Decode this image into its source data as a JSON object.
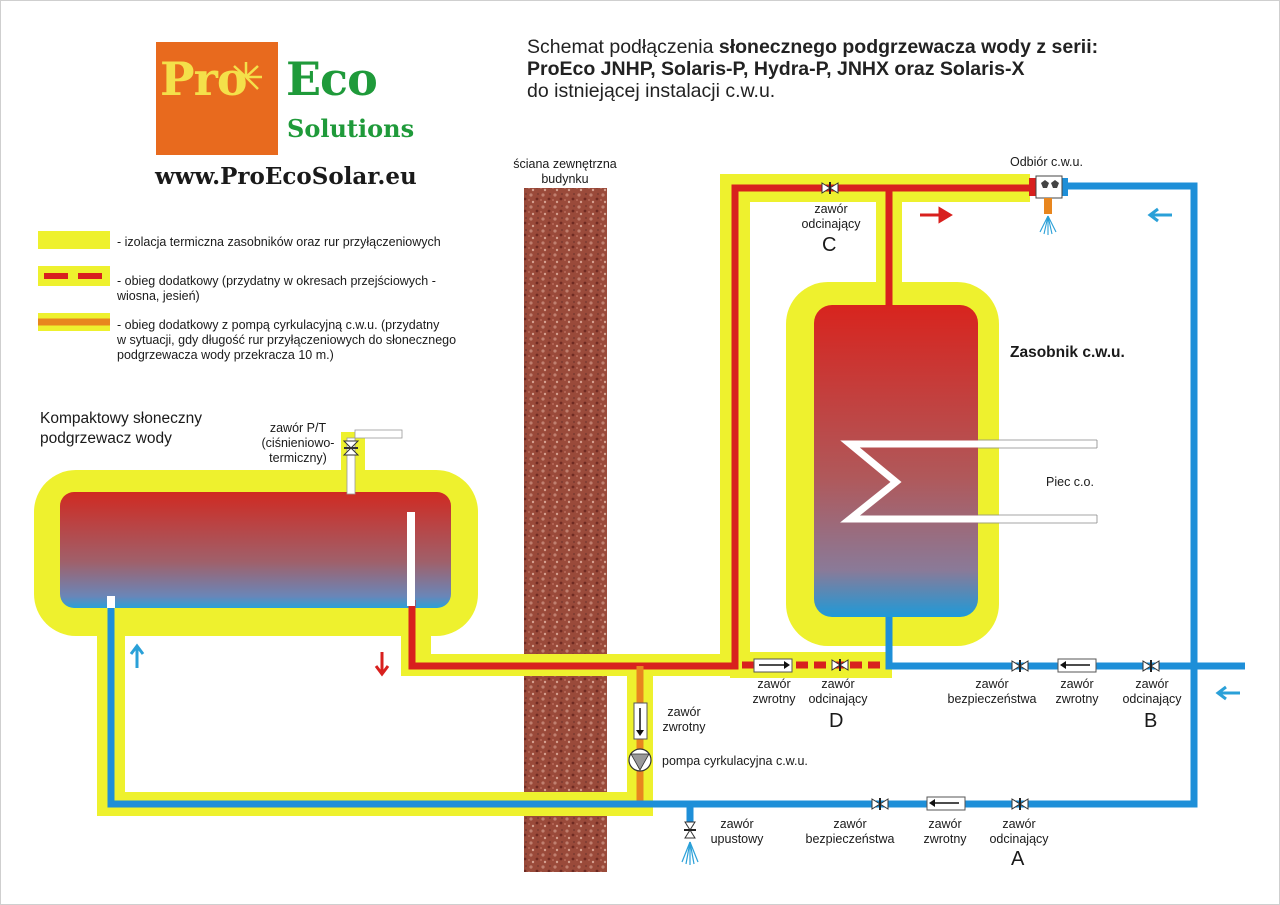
{
  "title": {
    "line1_regular": "Schemat podłączenia ",
    "line1_bold": "słonecznego podgrzewacza wody z serii:",
    "line2_bold": "ProEco JNHP, Solaris-P, Hydra-P, JNHX oraz Solaris-X",
    "line3_regular": "do istniejącej instalacji c.w.u."
  },
  "logo": {
    "pro": "Pro",
    "eco": "Eco",
    "solutions": "Solutions",
    "url": "www.ProEcoSolar.eu"
  },
  "legend": {
    "insulation": "- izolacja termiczna zasobników oraz rur przyłączeniowych",
    "additional_line1": "- obieg dodatkowy (przydatny w okresach przejściowych -",
    "additional_line2": "wiosna, jesień)",
    "pump_line1": "- obieg dodatkowy z pompą cyrkulacyjną c.w.u. (przydatny",
    "pump_line2": "w sytuacji, gdy długość rur przyłączeniowych do słonecznego",
    "pump_line3": "podgrzewacza wody przekracza 10 m.)"
  },
  "labels": {
    "heater_line1": "Kompaktowy słoneczny",
    "heater_line2": "podgrzewacz wody",
    "pt_line1": "zawór P/T",
    "pt_line2": "(ciśnieniowo-",
    "pt_line3": "termiczny)",
    "wall_line1": "ściana zewnętrzna",
    "wall_line2": "budynku",
    "odbior": "Odbiór c.w.u.",
    "zasobnik": "Zasobnik c.w.u.",
    "piec": "Piec c.o.",
    "valve_c_line1": "zawór",
    "valve_c_line2": "odcinający",
    "letter_c": "C",
    "d_check_line1": "zawór",
    "d_check_line2": "zwrotny",
    "d_cut_line1": "zawór",
    "d_cut_line2": "odcinający",
    "letter_d": "D",
    "b_safety_line1": "zawór",
    "b_safety_line2": "bezpieczeństwa",
    "b_check_line1": "zawór",
    "b_check_line2": "zwrotny",
    "b_cut_line1": "zawór",
    "b_cut_line2": "odcinający",
    "letter_b": "B",
    "pump_check_line1": "zawór",
    "pump_check_line2": "zwrotny",
    "pump": "pompa cyrkulacyjna c.w.u.",
    "drain_line1": "zawór",
    "drain_line2": "upustowy",
    "a_safety_line1": "zawór",
    "a_safety_line2": "bezpieczeństwa",
    "a_check_line1": "zawór",
    "a_check_line2": "zwrotny",
    "a_cut_line1": "zawór",
    "a_cut_line2": "odcinający",
    "letter_a": "A"
  },
  "colors": {
    "insulation": "#eef12e",
    "hot_pipe": "#d8201e",
    "cold_pipe": "#1e8fd8",
    "pump_pipe": "#e8861e",
    "wall": "#9a4a3a",
    "logo_bg": "#e86a1e",
    "logo_green": "#1f9a3a",
    "logo_yellow": "#f4e04a",
    "arrow_hot": "#d8201e",
    "arrow_cold": "#2aa0d8"
  }
}
